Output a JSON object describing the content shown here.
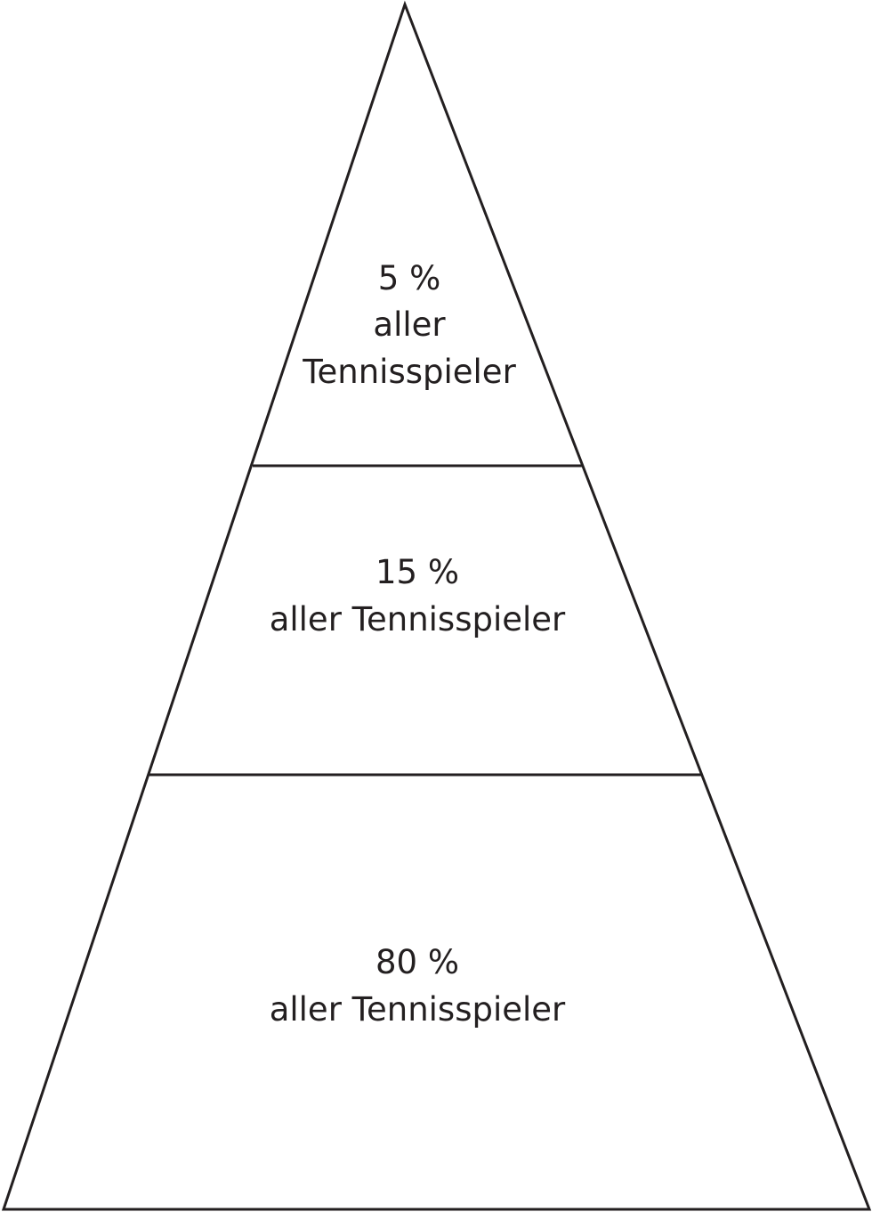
{
  "diagram": {
    "type": "pyramid",
    "colors": {
      "stroke": "#231f20",
      "fill": "#ffffff",
      "text": "#231f20"
    },
    "tiers": [
      {
        "lines": [
          "5 %",
          "aller",
          "Tennisspieler"
        ]
      },
      {
        "lines": [
          "15 %",
          "aller Tennisspieler"
        ]
      },
      {
        "lines": [
          "80 %",
          "aller Tennisspieler"
        ]
      }
    ]
  }
}
